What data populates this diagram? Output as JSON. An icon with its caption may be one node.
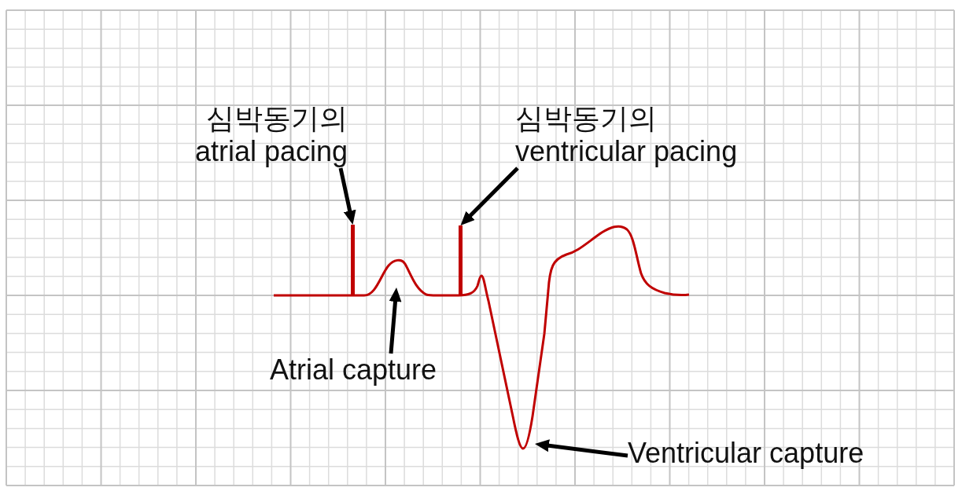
{
  "diagram": {
    "nodes": [
      {
        "text": [
          "심박동기의 atrial pacing"
        ]
      },
      {
        "text": [
          "심박동기의 ventricular pacing"
        ]
      },
      {
        "text": [],
        "shape": "bar"
      },
      {
        "text": [],
        "shape": "bar"
      },
      {
        "text": [
          "Atrial capture"
        ]
      },
      {
        "text": [
          "Ventricular capture"
        ]
      }
    ],
    "edges": [
      {
        "from": 0,
        "to": 2,
        "arrow": "to"
      },
      {
        "from": 1,
        "to": 3,
        "arrow": "to"
      },
      {
        "from": 4,
        "to": null,
        "arrow": "to"
      },
      {
        "from": 5,
        "to": null,
        "arrow": "to"
      }
    ]
  }
}
